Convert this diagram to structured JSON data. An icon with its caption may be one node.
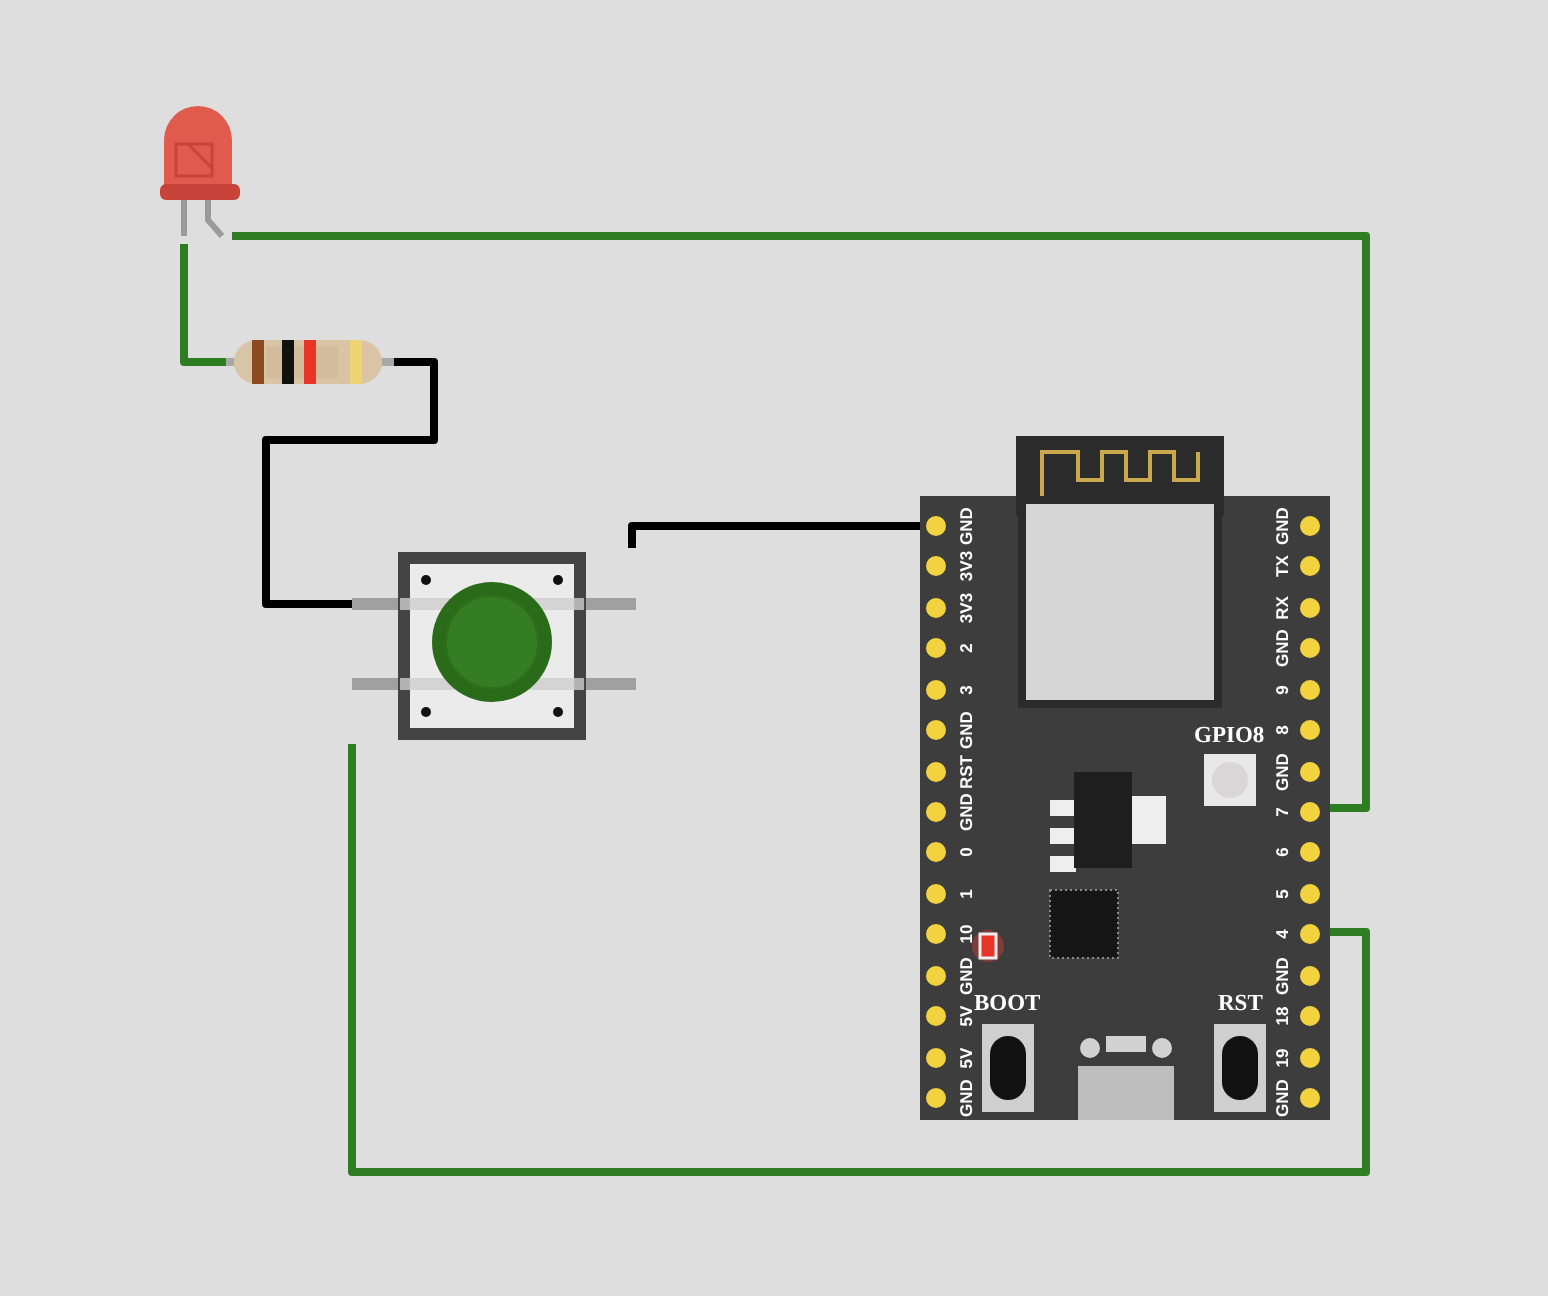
{
  "diagram": {
    "nodes": [
      {
        "text": [],
        "shape": "picture"
      },
      {
        "text": [],
        "shape": "picture"
      },
      {
        "text": [],
        "shape": "picture"
      },
      {
        "text": [
          "GPIO8",
          "BOOT",
          "RST"
        ]
      },
      {
        "text": [
          "GND"
        ],
        "in": 3
      },
      {
        "text": [
          "7"
        ],
        "in": 3
      },
      {
        "text": [
          "4"
        ],
        "in": 3
      }
    ],
    "edges": [
      {
        "from": 0,
        "to": 5,
        "arrow": "none"
      },
      {
        "from": 0,
        "to": 1,
        "arrow": "none"
      },
      {
        "from": 1,
        "to": 2,
        "arrow": "none",
        "color": "#000000"
      },
      {
        "from": 2,
        "to": 4,
        "arrow": "none",
        "color": "#000000"
      },
      {
        "from": 2,
        "to": 6,
        "arrow": "none"
      }
    ],
    "labels": [
      "3V3",
      "3V3",
      "2",
      "3",
      "GND",
      "RST",
      "GND",
      "0",
      "1",
      "10",
      "GND",
      "5V",
      "5V",
      "GND",
      "GND",
      "TX",
      "RX",
      "GND",
      "9",
      "8",
      "GND",
      "6",
      "5",
      "GND",
      "18",
      "19",
      "GND"
    ]
  }
}
